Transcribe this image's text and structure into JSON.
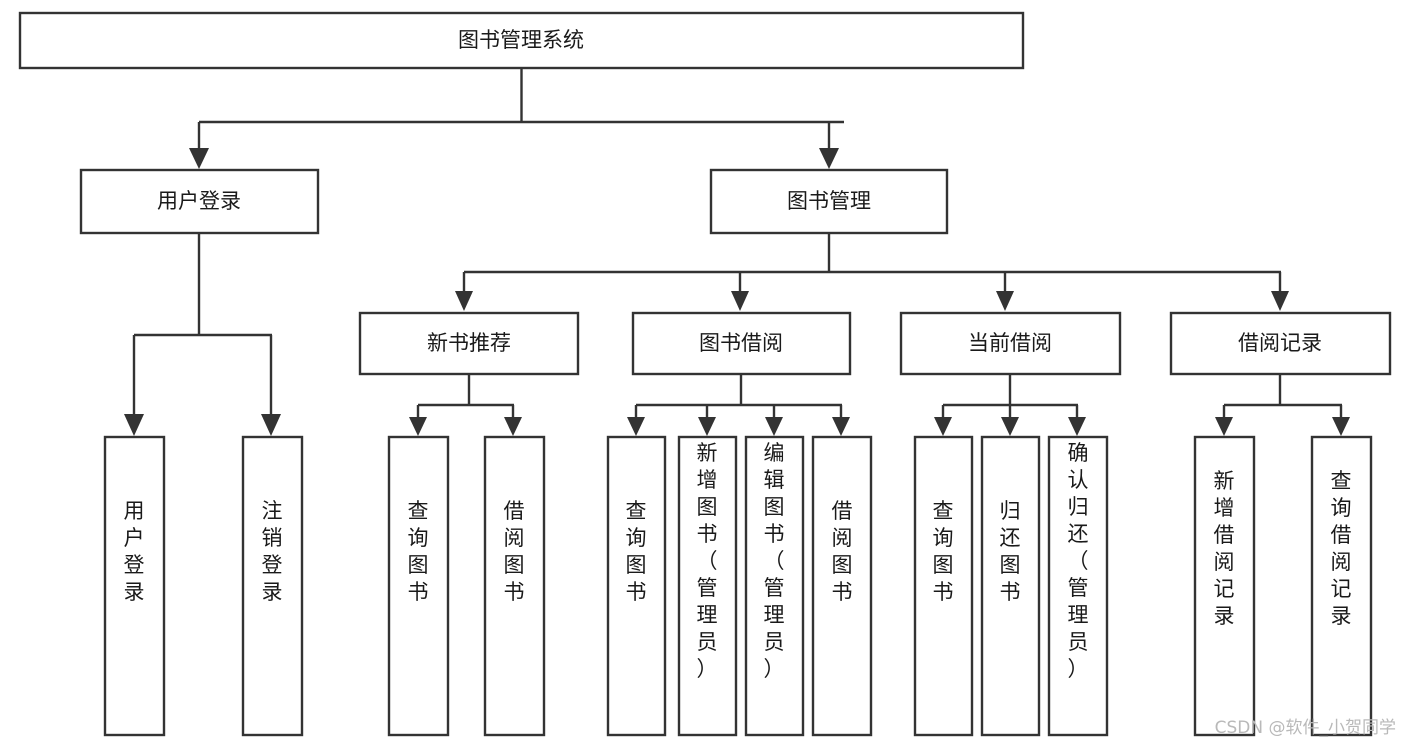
{
  "diagram": {
    "type": "tree-hierarchy",
    "title": "图书管理系统",
    "root": {
      "id": "root",
      "label": "图书管理系统"
    },
    "level2": [
      {
        "id": "user-login",
        "label": "用户登录"
      },
      {
        "id": "book-manage",
        "label": "图书管理"
      }
    ],
    "level3": [
      {
        "id": "new-book-rec",
        "label": "新书推荐",
        "parent": "book-manage"
      },
      {
        "id": "book-borrow",
        "label": "图书借阅",
        "parent": "book-manage"
      },
      {
        "id": "current-borrow",
        "label": "当前借阅",
        "parent": "book-manage"
      },
      {
        "id": "borrow-record",
        "label": "借阅记录",
        "parent": "book-manage"
      }
    ],
    "leaves": [
      {
        "id": "leaf-user-login",
        "label": "用户登录",
        "parent": "user-login"
      },
      {
        "id": "leaf-user-logout",
        "label": "注销登录",
        "parent": "user-login"
      },
      {
        "id": "leaf-query-book-1",
        "label": "查询图书",
        "parent": "new-book-rec"
      },
      {
        "id": "leaf-borrow-book-1",
        "label": "借阅图书",
        "parent": "new-book-rec"
      },
      {
        "id": "leaf-query-book-2",
        "label": "查询图书",
        "parent": "book-borrow"
      },
      {
        "id": "leaf-add-book",
        "label": "新增图书（管理员）",
        "parent": "book-borrow"
      },
      {
        "id": "leaf-edit-book",
        "label": "编辑图书（管理员）",
        "parent": "book-borrow"
      },
      {
        "id": "leaf-borrow-book-2",
        "label": "借阅图书",
        "parent": "book-borrow"
      },
      {
        "id": "leaf-query-book-3",
        "label": "查询图书",
        "parent": "current-borrow"
      },
      {
        "id": "leaf-return-book",
        "label": "归还图书",
        "parent": "current-borrow"
      },
      {
        "id": "leaf-confirm-return",
        "label": "确认归还（管理员）",
        "parent": "current-borrow"
      },
      {
        "id": "leaf-add-record",
        "label": "新增借阅记录",
        "parent": "borrow-record"
      },
      {
        "id": "leaf-query-record",
        "label": "查询借阅记录",
        "parent": "borrow-record"
      }
    ]
  },
  "watermark": {
    "text": "CSDN @软件_小贺同学"
  },
  "colors": {
    "stroke": "#333333",
    "box_fill": "#ffffff",
    "text": "#1a1a1a",
    "watermark": "#b9b9b9",
    "background": "#ffffff"
  }
}
